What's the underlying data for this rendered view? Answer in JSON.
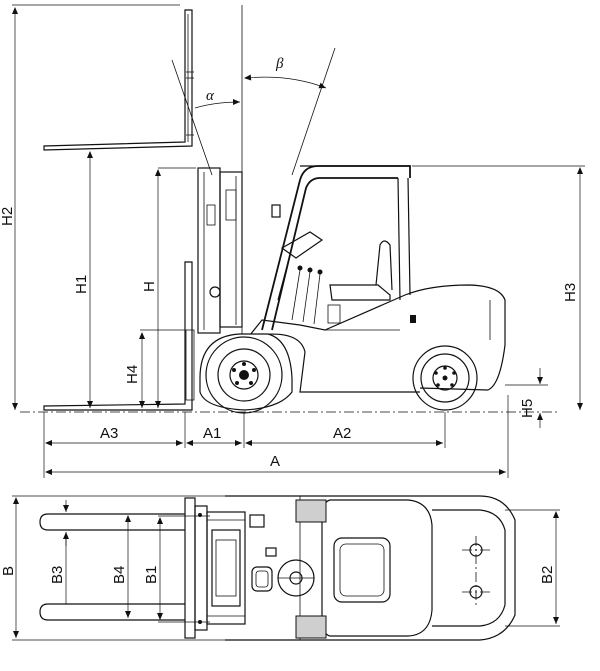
{
  "side_view": {
    "dimensions": {
      "h2": "H2",
      "h1": "H1",
      "h": "H",
      "h4": "H4",
      "h3": "H3",
      "h5": "H5",
      "a3": "A3",
      "a1": "A1",
      "a2": "A2",
      "a": "A"
    },
    "angles": {
      "alpha": "α",
      "beta": "β"
    }
  },
  "top_view": {
    "dimensions": {
      "b": "B",
      "b3": "B3",
      "b4": "B4",
      "b1": "B1",
      "b2": "B2"
    }
  }
}
